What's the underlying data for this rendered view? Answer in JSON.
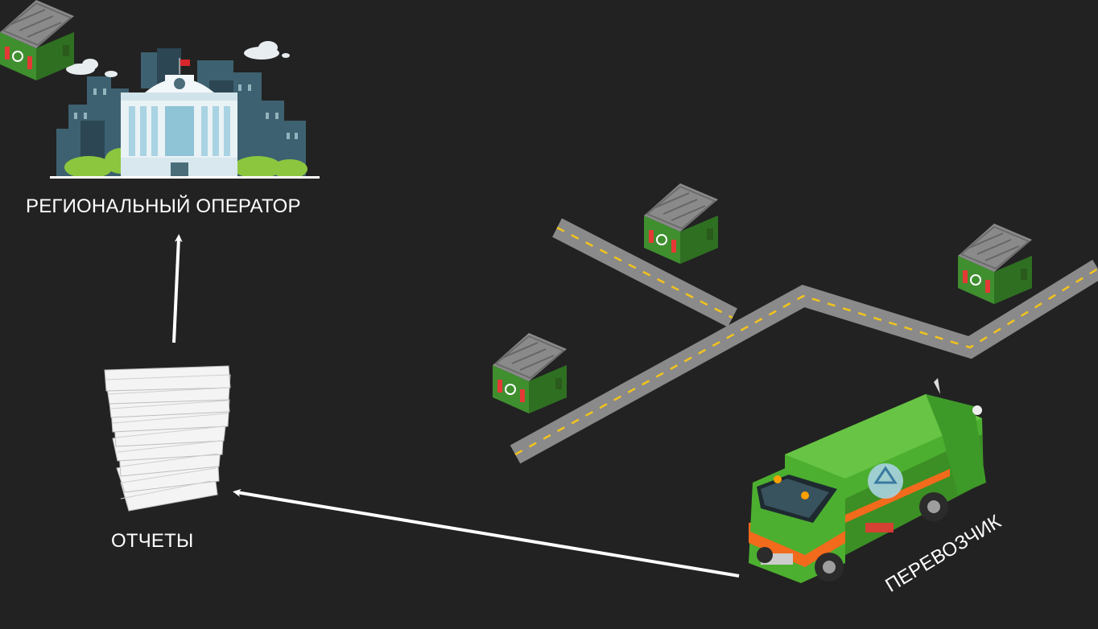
{
  "labels": {
    "operator": "РЕГИОНАЛЬНЫЙ ОПЕРАТОР",
    "reports": "ОТЧЕТЫ",
    "carrier": "ПЕРЕВОЗЧИК"
  },
  "icons": {
    "operator": "government-building-icon",
    "reports": "document-stack-icon",
    "carrier": "garbage-truck-icon",
    "bins": "dumpster-icon",
    "road": "road-icon"
  },
  "colors": {
    "background": "#222222",
    "text": "#ffffff",
    "road": "#8a8a8a",
    "road_marking": "#f2c31b",
    "dumpster": "#3f8f2f",
    "truck": "#4caf30",
    "truck_stripe": "#f26a1b"
  }
}
